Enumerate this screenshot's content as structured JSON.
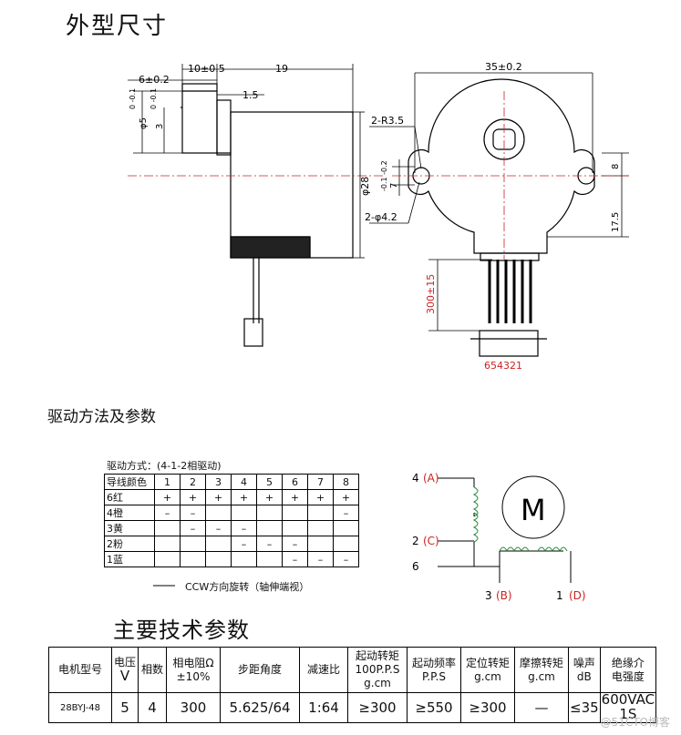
{
  "titles": {
    "outline": "外型尺寸",
    "drive_method": "驱动方法及参数",
    "main_params": "主要技术参数"
  },
  "side_view": {
    "dim_6": "6±0.2",
    "dim_10": "10±0.5",
    "dim_19": "19",
    "dim_1_5": "1.5",
    "dim_phi5": "φ5",
    "dim_phi5_tol": "0 -0.1",
    "dim_3": "3",
    "dim_3_tol": "0 -0.1",
    "dim_phi28": "φ28"
  },
  "front_view": {
    "dim_35": "35±0.2",
    "dim_r35": "2-R3.5",
    "dim_7": "7",
    "dim_7_tol": "-0.1 -0.2",
    "dim_phi42": "2-φ4.2",
    "dim_8": "8",
    "dim_175": "17.5",
    "dim_300": "300±15",
    "connector_pins": "654321"
  },
  "drive_table": {
    "caption": "驱动方式：(4-1-2相驱动)",
    "header_label": "导线颜色",
    "steps": [
      "1",
      "2",
      "3",
      "4",
      "5",
      "6",
      "7",
      "8"
    ],
    "rows": [
      {
        "label": "6红",
        "cells": [
          "+",
          "+",
          "+",
          "+",
          "+",
          "+",
          "+",
          "+"
        ]
      },
      {
        "label": "4橙",
        "cells": [
          "–",
          "–",
          "",
          "",
          "",
          "",
          "",
          "–"
        ]
      },
      {
        "label": "3黄",
        "cells": [
          "",
          "–",
          "–",
          "–",
          "",
          "",
          "",
          ""
        ]
      },
      {
        "label": "2粉",
        "cells": [
          "",
          "",
          "",
          "–",
          "–",
          "–",
          "",
          ""
        ]
      },
      {
        "label": "1蓝",
        "cells": [
          "",
          "",
          "",
          "",
          "",
          "–",
          "–",
          "–"
        ]
      }
    ],
    "direction_note": "CCW方向旋转（轴伸端视）"
  },
  "wiring": {
    "label_4": "4",
    "label_A": "(A)",
    "label_2": "2",
    "label_C": "(C)",
    "label_6": "6",
    "label_3": "3",
    "label_B": "(B)",
    "label_1": "1",
    "label_D": "(D)",
    "motor": "M",
    "red_color": "#cc2222"
  },
  "spec_table": {
    "headers": {
      "model": "电机型号",
      "voltage": "电压",
      "voltage_unit": "V",
      "phases": "相数",
      "resistance": "相电阻Ω",
      "resistance_tol": "±10%",
      "step_angle": "步距角度",
      "ratio": "减速比",
      "start_torque": "起动转矩",
      "start_torque_cond": "100P.P.S",
      "start_torque_unit": "g.cm",
      "start_freq": "起动频率",
      "start_freq_unit": "P.P.S",
      "hold_torque": "定位转矩",
      "hold_torque_unit": "g.cm",
      "friction_torque": "摩擦转矩",
      "friction_torque_unit": "g.cm",
      "noise": "噪声",
      "noise_unit": "dB",
      "insulation": "绝缘介",
      "insulation2": "电强度"
    },
    "values": {
      "model": "28BYJ-48",
      "voltage": "5",
      "phases": "4",
      "resistance": "300",
      "step_angle": "5.625/64",
      "ratio": "1:64",
      "start_torque": "≥300",
      "start_freq": "≥550",
      "hold_torque": "≥300",
      "friction_torque": "—",
      "noise": "≤35",
      "insulation": "600VAC",
      "insulation2": "1S"
    }
  },
  "watermark": "@51CTO博客"
}
